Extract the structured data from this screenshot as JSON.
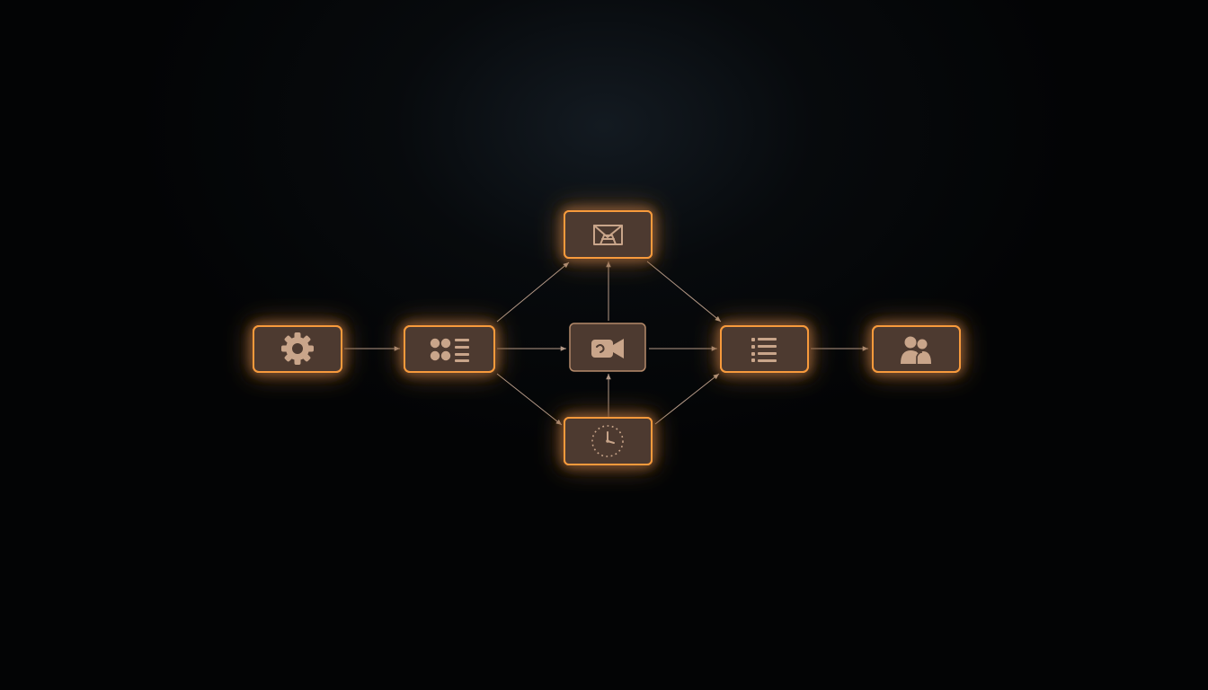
{
  "diagram": {
    "colors": {
      "background": "#030405",
      "node_fill": "#4d3a30",
      "node_glow": "#f79a3c",
      "icon": "#c9a58a",
      "edge": "#b39886"
    },
    "nodes": [
      {
        "id": "settings",
        "icon": "gear-icon",
        "glow": true
      },
      {
        "id": "apps",
        "icon": "grid-list-icon",
        "glow": true
      },
      {
        "id": "video",
        "icon": "video-camera-icon",
        "glow": false
      },
      {
        "id": "schema",
        "icon": "schema-icon",
        "glow": true
      },
      {
        "id": "clock",
        "icon": "clock-icon",
        "glow": true
      },
      {
        "id": "checklist",
        "icon": "checklist-icon",
        "glow": true
      },
      {
        "id": "users",
        "icon": "users-icon",
        "glow": true
      }
    ],
    "edges": [
      {
        "from": "settings",
        "to": "apps"
      },
      {
        "from": "apps",
        "to": "video"
      },
      {
        "from": "apps",
        "to": "schema"
      },
      {
        "from": "apps",
        "to": "clock"
      },
      {
        "from": "video",
        "to": "schema"
      },
      {
        "from": "clock",
        "to": "video"
      },
      {
        "from": "video",
        "to": "checklist"
      },
      {
        "from": "schema",
        "to": "checklist"
      },
      {
        "from": "clock",
        "to": "checklist"
      },
      {
        "from": "checklist",
        "to": "users"
      }
    ]
  }
}
